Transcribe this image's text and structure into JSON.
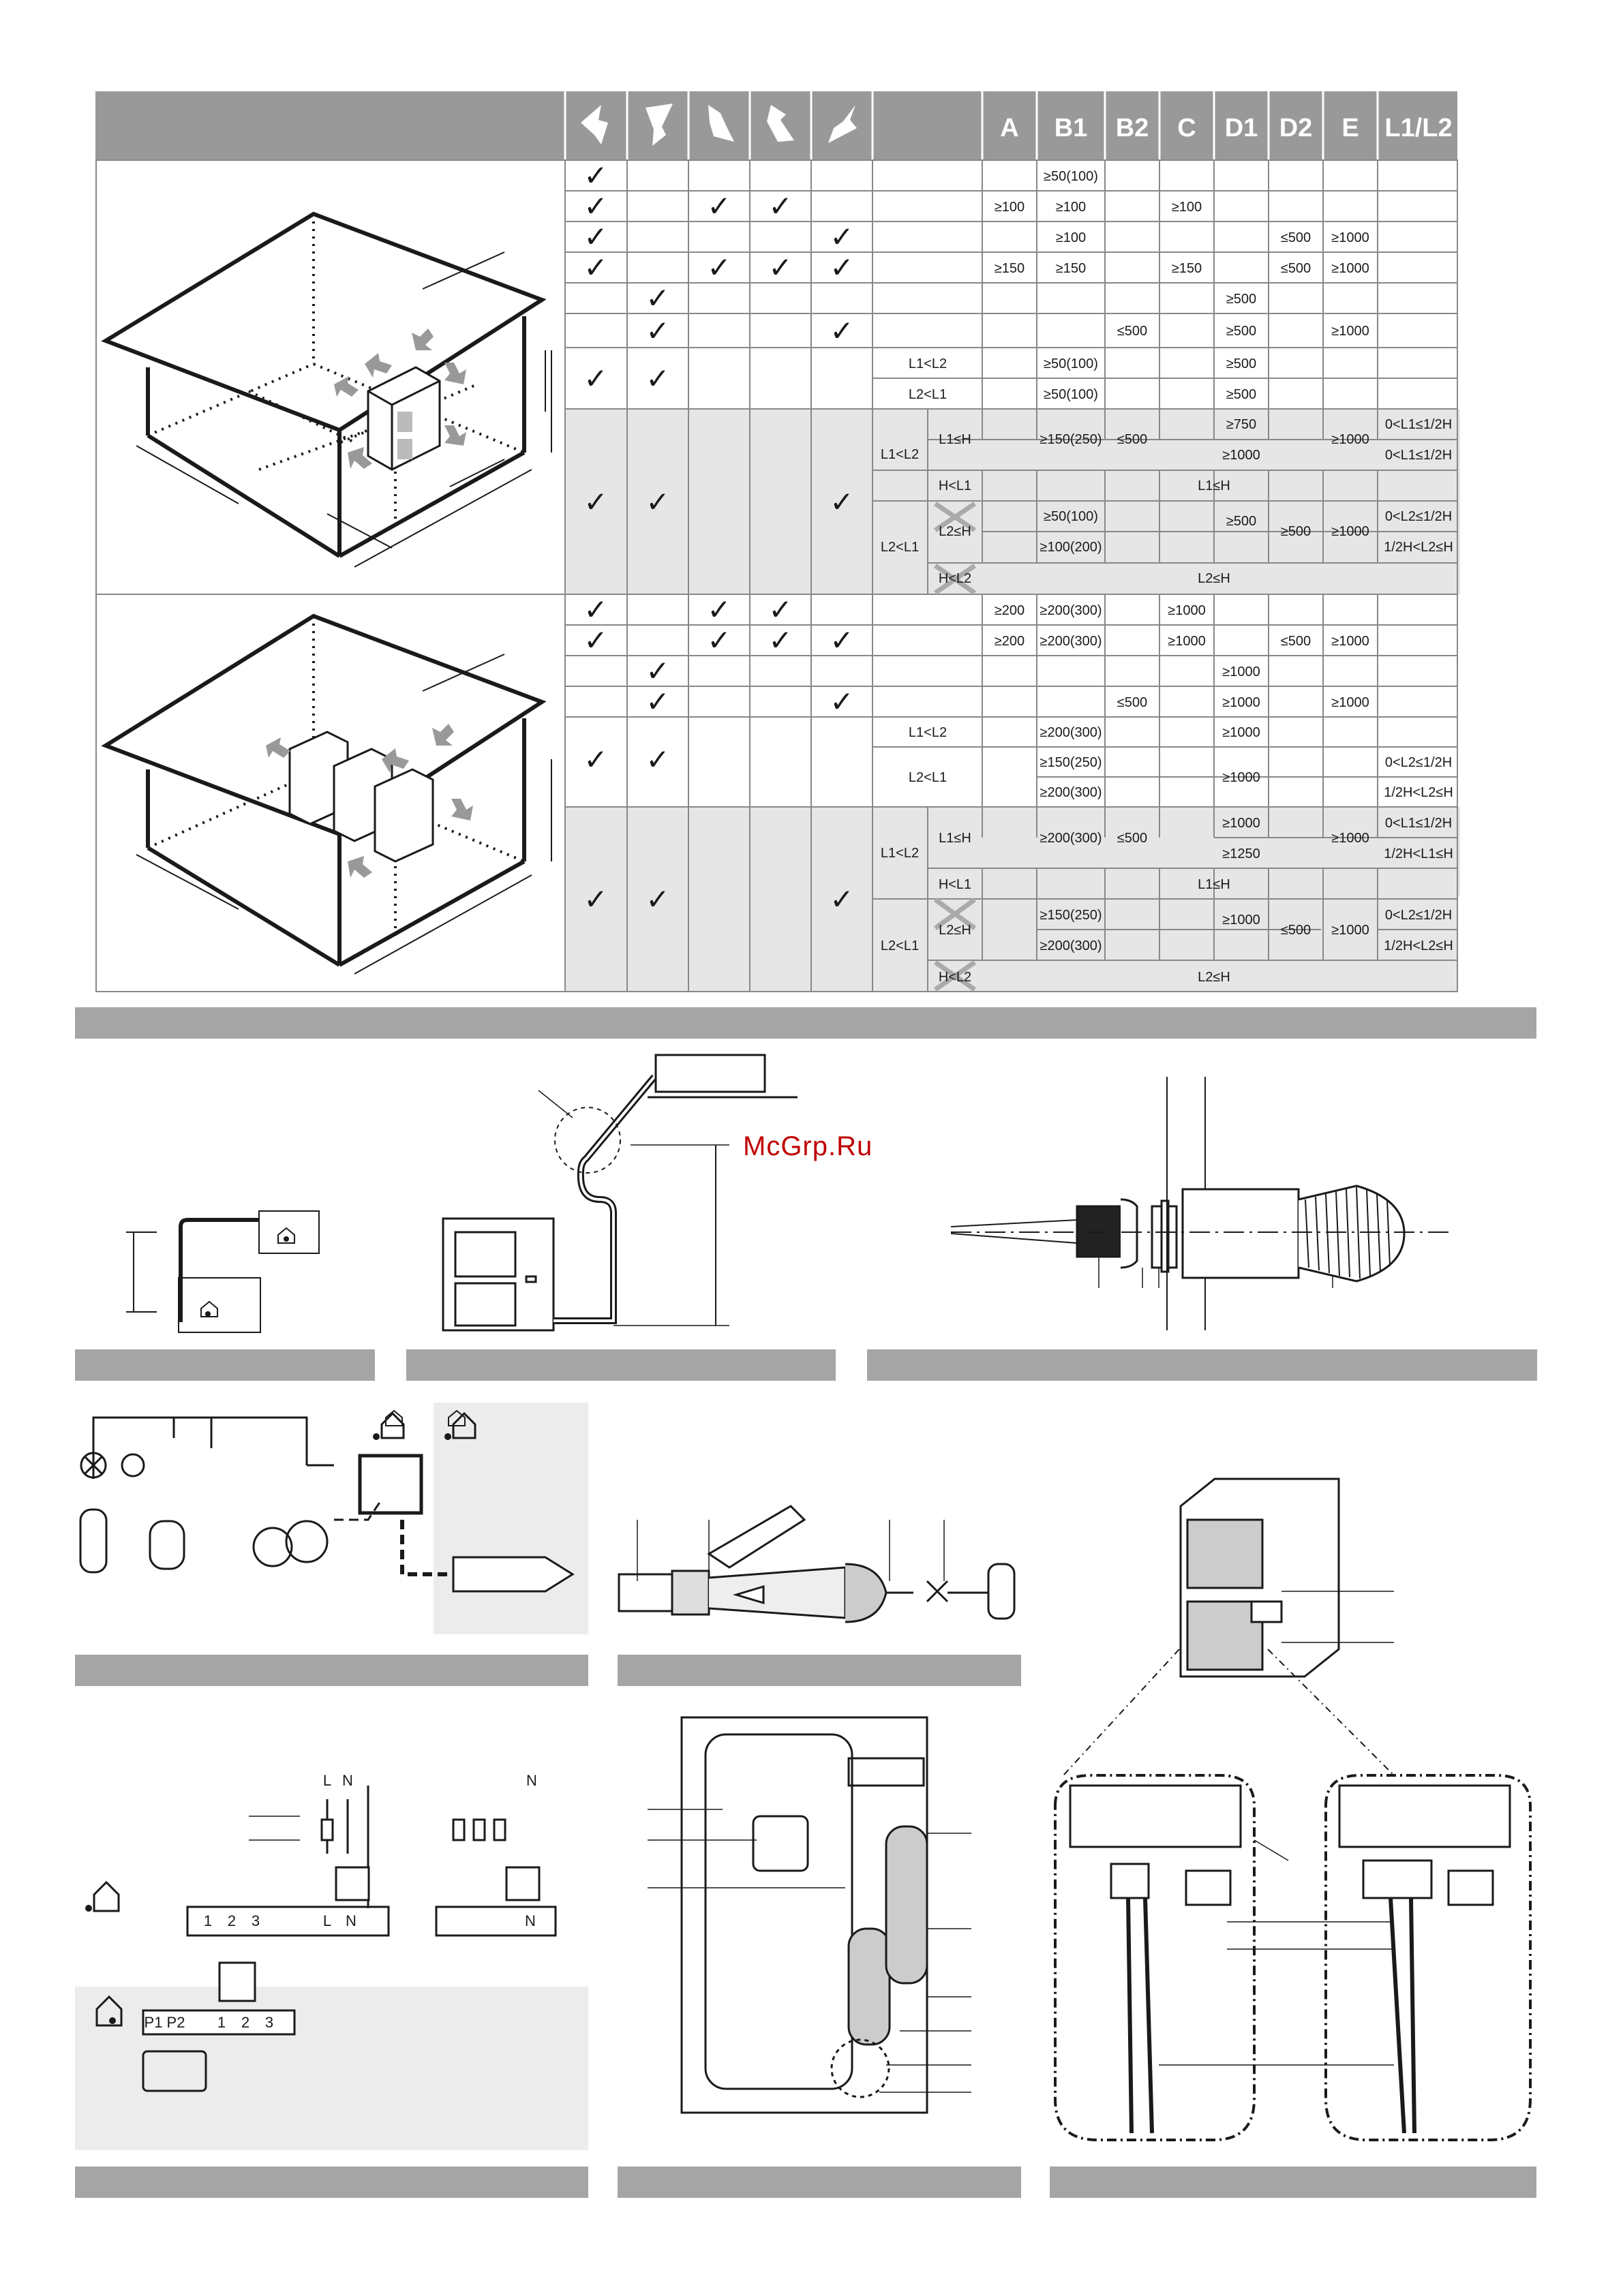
{
  "header": {
    "direction_icons": [
      "left-arrow-icon",
      "up-right-arrow-icon",
      "down-right-arrow-icon",
      "down-right-corner-arrow-icon",
      "down-left-arrow-icon"
    ],
    "columns": [
      "A",
      "B1",
      "B2",
      "C",
      "D1",
      "D2",
      "E",
      "L1/L2"
    ]
  },
  "block1": {
    "rows": [
      {
        "checks": [
          true,
          false,
          false,
          false,
          false
        ],
        "B1": "≥50(100)"
      },
      {
        "checks": [
          true,
          false,
          true,
          true,
          false
        ],
        "A": "≥100",
        "B1": "≥100",
        "C": "≥100"
      },
      {
        "checks": [
          true,
          false,
          false,
          false,
          true
        ],
        "B1": "≥100",
        "D2": "≤500",
        "E": "≥1000"
      },
      {
        "checks": [
          true,
          false,
          true,
          true,
          true
        ],
        "A": "≥150",
        "B1": "≥150",
        "C": "≥150",
        "D2": "≤500",
        "E": "≥1000"
      },
      {
        "checks": [
          false,
          true,
          false,
          false,
          false
        ],
        "D1": "≥500"
      },
      {
        "checks": [
          false,
          true,
          false,
          false,
          true
        ],
        "B2": "≤500",
        "D1": "≥500",
        "E": "≥1000"
      }
    ],
    "group1": {
      "checks": [
        true,
        true,
        false,
        false,
        false
      ],
      "rows": [
        {
          "cond": "L1<L2",
          "B1": "≥50(100)",
          "D1": "≥500"
        },
        {
          "cond": "L2<L1",
          "B1": "≥50(100)",
          "D1": "≥500"
        }
      ]
    },
    "group2": {
      "checks": [
        true,
        true,
        false,
        false,
        true
      ],
      "l1": {
        "cond": "L1<L2",
        "sub": "L1≤H",
        "B1": "≥150(250)",
        "B2": "≤500",
        "D1a": "≥750",
        "D1b": "≥1000",
        "E": "≥1000",
        "L_a": "0<L1≤1/2H",
        "L_b": "0<L1≤1/2H",
        "cross": "H<L1",
        "span": "L1≤H"
      },
      "l2": {
        "cond": "L2<L1",
        "sub": "L2≤H",
        "B1a": "≥50(100)",
        "B1b": "≥100(200)",
        "D1": "≥500",
        "D2": "≥500",
        "E": "≥1000",
        "L_a": "0<L2≤1/2H",
        "L_b": "1/2H<L2≤H",
        "cross": "H<L2",
        "span": "L2≤H"
      }
    }
  },
  "block2": {
    "rows": [
      {
        "checks": [
          true,
          false,
          true,
          true,
          false
        ],
        "A": "≥200",
        "B1": "≥200(300)",
        "C": "≥1000"
      },
      {
        "checks": [
          true,
          false,
          true,
          true,
          true
        ],
        "A": "≥200",
        "B1": "≥200(300)",
        "C": "≥1000",
        "D2": "≤500",
        "E": "≥1000"
      },
      {
        "checks": [
          false,
          true,
          false,
          false,
          false
        ],
        "D1": "≥1000"
      },
      {
        "checks": [
          false,
          true,
          false,
          false,
          true
        ],
        "B2": "≤500",
        "D1": "≥1000",
        "E": "≥1000"
      }
    ],
    "group1": {
      "checks": [
        true,
        true,
        false,
        false,
        false
      ],
      "r1": {
        "cond": "L1<L2",
        "B1": "≥200(300)",
        "D1": "≥1000"
      },
      "r2": {
        "cond": "L2<L1",
        "B1a": "≥150(250)",
        "B1b": "≥200(300)",
        "D1": "≥1000",
        "L_a": "0<L2≤1/2H",
        "L_b": "1/2H<L2≤H"
      }
    },
    "group2": {
      "checks": [
        true,
        true,
        false,
        false,
        true
      ],
      "l1": {
        "cond": "L1<L2",
        "sub": "L1≤H",
        "B1": "≥200(300)",
        "B2": "≤500",
        "D1a": "≥1000",
        "D1b": "≥1250",
        "E": "≥1000",
        "L_a": "0<L1≤1/2H",
        "L_b": "1/2H<L1≤H",
        "cross": "H<L1",
        "span": "L1≤H"
      },
      "l2": {
        "cond": "L2<L1",
        "sub": "L2≤H",
        "B1a": "≥150(250)",
        "B1b": "≥200(300)",
        "D1": "≥1000",
        "D2": "≤500",
        "E": "≥1000",
        "L_a": "0<L2≤1/2H",
        "L_b": "1/2H<L2≤H",
        "cross": "H<L2",
        "span": "L2≤H"
      }
    }
  },
  "watermark": "McGrp.Ru",
  "wiring": {
    "single_phase": {
      "L": "L",
      "N": "N",
      "terminals": [
        "1",
        "2",
        "3",
        "L",
        "N"
      ]
    },
    "three_phase": {
      "N": "N",
      "terminals": [
        "N"
      ]
    },
    "remote": {
      "terminals": [
        "P1",
        "P2",
        "1",
        "2",
        "3"
      ]
    }
  }
}
